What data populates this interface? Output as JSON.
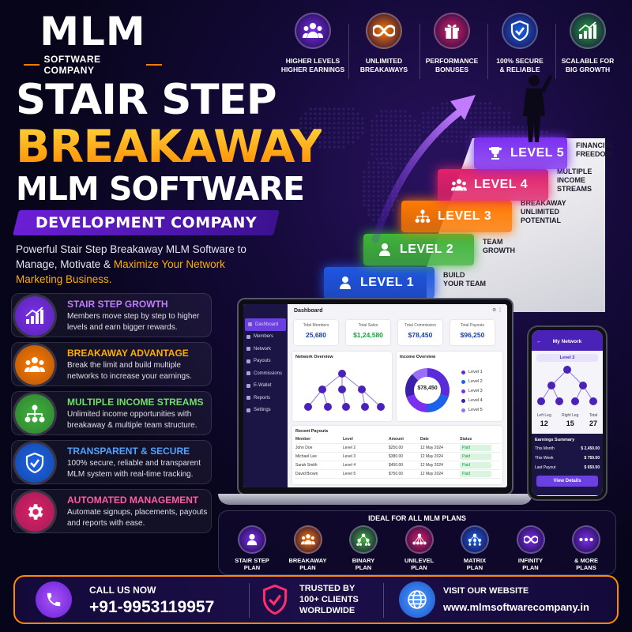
{
  "logo": {
    "main_a": "ML",
    "main_b": "M",
    "sub": "SOFTWARE COMPANY"
  },
  "title": {
    "line1": "STAIR STEP",
    "line2": "BREAKAWAY",
    "line3": "MLM SOFTWARE",
    "line4": "DEVELOPMENT COMPANY"
  },
  "description": {
    "part1": "Powerful Stair Step Breakaway MLM Software to Manage, Motivate & ",
    "highlight": "Maximize Your Network Marketing Business."
  },
  "top_features": [
    {
      "label": "HIGHER LEVELS\nHIGHER EARNINGS",
      "icon": "people-group-icon",
      "color": "#7b2ff0"
    },
    {
      "label": "UNLIMITED\nBREAKAWAYS",
      "icon": "infinity-icon",
      "color": "#ff7a00"
    },
    {
      "label": "PERFORMANCE\nBONUSES",
      "icon": "gift-icon",
      "color": "#e0216a"
    },
    {
      "label": "100% SECURE\n& RELIABLE",
      "icon": "shield-check-icon",
      "color": "#1a63e8"
    },
    {
      "label": "SCALABLE FOR\nBIG GROWTH",
      "icon": "growth-chart-icon",
      "color": "#22a33b"
    }
  ],
  "levels": [
    {
      "label": "LEVEL 1",
      "desc": "BUILD\nYOUR TEAM",
      "color": "#1f56e0"
    },
    {
      "label": "LEVEL 2",
      "desc": "TEAM\nGROWTH",
      "color": "#3fb43a"
    },
    {
      "label": "LEVEL 3",
      "desc": "BREAKAWAY\nUNLIMITED\nPOTENTIAL",
      "color": "#ff7a00"
    },
    {
      "label": "LEVEL 4",
      "desc": "MULTIPLE\nINCOME\nSTREAMS",
      "color": "#e0216a"
    },
    {
      "label": "LEVEL 5",
      "desc": "FINANCIAL\nFREEDOM",
      "color": "#7b2ff0"
    }
  ],
  "features": [
    {
      "title": "STAIR STEP GROWTH",
      "desc": "Members move step by step to higher levels and earn bigger rewards.",
      "color": "#7b2ff0",
      "title_color": "#c07bff",
      "icon": "growth-chart-icon"
    },
    {
      "title": "BREAKAWAY ADVANTAGE",
      "desc": "Break the limit and build multiple networks to increase your earnings.",
      "color": "#ff7a00",
      "title_color": "#ffae00",
      "icon": "people-group-icon"
    },
    {
      "title": "MULTIPLE INCOME STREAMS",
      "desc": "Unlimited income opportunities with breakaway & multiple team structure.",
      "color": "#3fb43a",
      "title_color": "#6fe065",
      "icon": "network-icon"
    },
    {
      "title": "TRANSPARENT & SECURE",
      "desc": "100% secure, reliable and transparent MLM system with real-time tracking.",
      "color": "#1a63e8",
      "title_color": "#4fa2ff",
      "icon": "shield-check-icon"
    },
    {
      "title": "AUTOMATED MANAGEMENT",
      "desc": "Automate signups, placements, payouts and reports with ease.",
      "color": "#e0216a",
      "title_color": "#ff5ca0",
      "icon": "gear-icon"
    }
  ],
  "dashboard": {
    "title": "Dashboard",
    "menu": [
      "Dashboard",
      "Members",
      "Network",
      "Payouts",
      "Commissions",
      "E-Wallet",
      "Reports",
      "Settings"
    ],
    "stats": [
      {
        "label": "Total Members",
        "value": "25,680",
        "color": "#1a3fa8"
      },
      {
        "label": "Total Sales",
        "value": "$1,24,580",
        "color": "#1a9c3a"
      },
      {
        "label": "Total Commission",
        "value": "$78,450",
        "color": "#1a3fa8"
      },
      {
        "label": "Total Payouts",
        "value": "$96,250",
        "color": "#1a3fa8"
      }
    ],
    "network_title": "Network Overview",
    "income_title": "Income Overview",
    "income_center": "$78,450",
    "income_legend": [
      {
        "label": "Level 1",
        "color": "#5a2bd8"
      },
      {
        "label": "Level 2",
        "color": "#1a63e8"
      },
      {
        "label": "Level 3",
        "color": "#7b2ff0"
      },
      {
        "label": "Level 4",
        "color": "#3a1fa8"
      },
      {
        "label": "Level 5",
        "color": "#9a6ff5"
      }
    ],
    "payouts_title": "Recent Payouts",
    "payout_headers": [
      "Member",
      "Level",
      "Amount",
      "Date",
      "Status"
    ],
    "payouts": [
      [
        "John Doe",
        "Level 2",
        "$250.00",
        "12 May 2024",
        "Paid"
      ],
      [
        "Michael Lee",
        "Level 3",
        "$380.00",
        "12 May 2024",
        "Paid"
      ],
      [
        "Sarah Smith",
        "Level 4",
        "$450.00",
        "12 May 2024",
        "Paid"
      ],
      [
        "David Brown",
        "Level 5",
        "$750.00",
        "12 May 2024",
        "Paid"
      ]
    ]
  },
  "phone": {
    "title": "My Network",
    "level": "Level 3",
    "left_leg_label": "Left Leg",
    "left_leg": "12",
    "right_leg_label": "Right Leg",
    "right_leg": "15",
    "total_label": "Total",
    "total": "27",
    "earnings_title": "Earnings Summary",
    "earnings": [
      {
        "label": "This Month",
        "value": "$ 2,450.00"
      },
      {
        "label": "This Week",
        "value": "$ 750.00"
      },
      {
        "label": "Last Payout",
        "value": "$ 650.00"
      }
    ],
    "button": "View Details"
  },
  "plans": {
    "title": "IDEAL FOR ALL MLM PLANS",
    "items": [
      {
        "label": "STAIR STEP\nPLAN",
        "color": "#7b2ff0",
        "icon": "person-icon"
      },
      {
        "label": "BREAKAWAY\nPLAN",
        "color": "#ff7a00",
        "icon": "people-group-icon"
      },
      {
        "label": "BINARY\nPLAN",
        "color": "#3fb43a",
        "icon": "binary-tree-icon"
      },
      {
        "label": "UNILEVEL\nPLAN",
        "color": "#e0216a",
        "icon": "unilevel-tree-icon"
      },
      {
        "label": "MATRIX\nPLAN",
        "color": "#1a63e8",
        "icon": "matrix-tree-icon"
      },
      {
        "label": "INFINITY\nPLAN",
        "color": "#7b2ff0",
        "icon": "infinity-icon"
      },
      {
        "label": "& MORE\nPLANS",
        "color": "#7b2ff0",
        "icon": "more-dots-icon"
      }
    ]
  },
  "footer": {
    "call_label": "CALL US NOW",
    "phone": "+91-9953119957",
    "trusted": "TRUSTED BY\n100+ CLIENTS\nWORLDWIDE",
    "visit_label": "VISIT OUR WEBSITE",
    "website": "www.mlmsoftwarecompany.in"
  }
}
